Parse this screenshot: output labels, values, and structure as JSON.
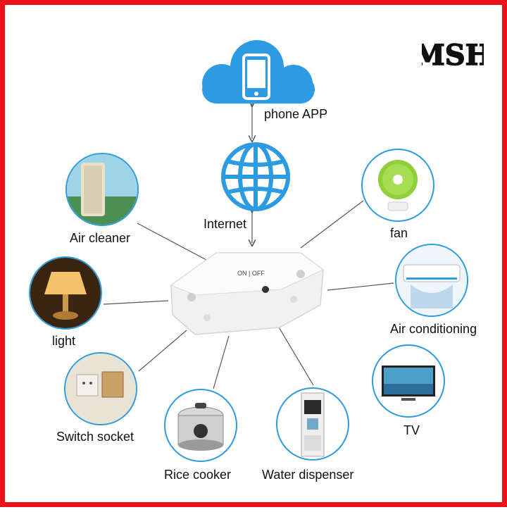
{
  "logo": "MSH",
  "labels": {
    "phone_app": "phone APP",
    "internet": "Internet",
    "air_cleaner": "Air cleaner",
    "fan": "fan",
    "light": "light",
    "air_conditioning": "Air conditioning",
    "switch_socket": "Switch socket",
    "tv": "TV",
    "rice_cooker": "Rice cooker",
    "water_dispenser": "Water dispenser"
  },
  "switch_device": {
    "button_label": "ON | OFF"
  },
  "colors": {
    "border": "#e8141b",
    "accent_blue": "#2c9be0",
    "connector": "#555555"
  },
  "icons": [
    "cloud-icon",
    "smartphone-icon",
    "globe-icon"
  ]
}
